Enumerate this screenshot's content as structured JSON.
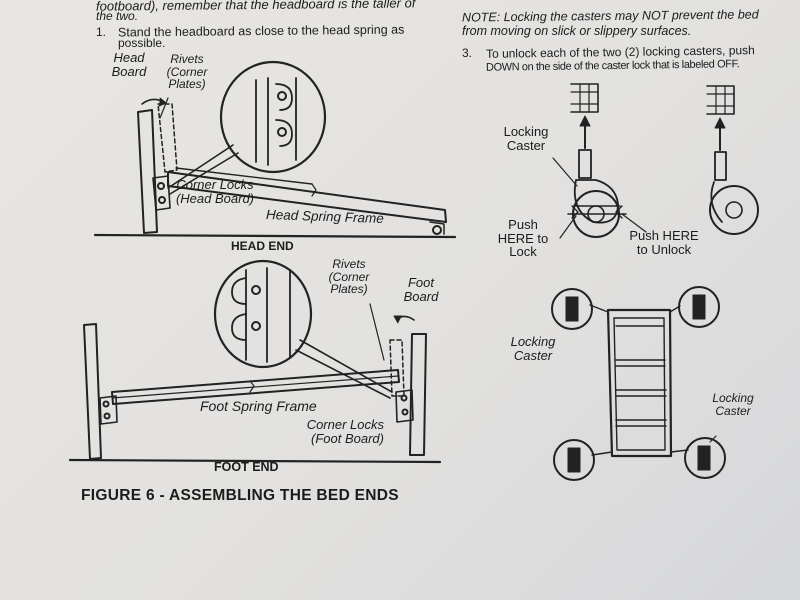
{
  "left_column": {
    "intro_line_a": "footboard), remember that the headboard is the taller of",
    "intro_line_b": "the two.",
    "step1_number": "1.",
    "step1_line_a": "Stand the headboard as close to the head spring as",
    "step1_line_b": "possible."
  },
  "right_column": {
    "note_line_a": "NOTE: Locking the casters may NOT prevent the bed",
    "note_line_b": "from moving on slick or slippery surfaces.",
    "step3_number": "3.",
    "step3_line_a": "To unlock each of the two (2) locking casters, push",
    "step3_line_b": "DOWN on the side of the caster lock that is labeled OFF."
  },
  "head_end_diagram": {
    "head_board_label": "Head Board",
    "rivets_label": "Rivets (Corner Plates)",
    "corner_locks_label": "Corner Locks (Head Board)",
    "spring_frame_label": "Head Spring Frame",
    "end_label": "HEAD END"
  },
  "foot_end_diagram": {
    "rivets_label": "Rivets (Corner Plates)",
    "foot_board_label": "Foot Board",
    "spring_frame_label": "Foot Spring Frame",
    "corner_locks_label": "Corner Locks (Foot Board)",
    "end_label": "FOOT END"
  },
  "caster_diagram": {
    "locking_caster_label": "Locking Caster",
    "push_lock_label": "Push HERE to Lock",
    "push_unlock_label": "Push HERE to Unlock",
    "bed_locking_caster_left": "Locking Caster",
    "bed_locking_caster_right": "Locking Caster"
  },
  "figure_caption": "FIGURE 6 - ASSEMBLING THE BED ENDS"
}
